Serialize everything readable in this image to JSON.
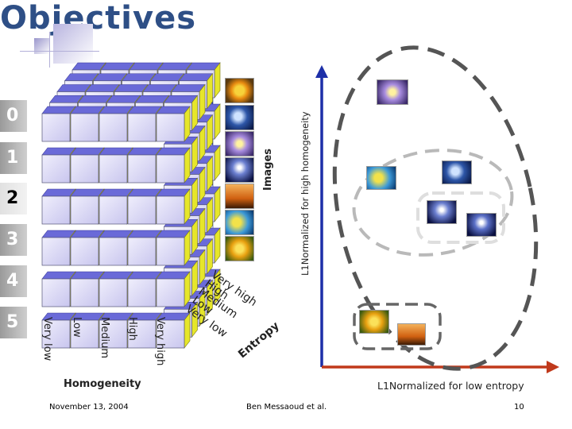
{
  "slide": {
    "title": "Objectives",
    "row_numbers": [
      "0",
      "1",
      "2",
      "3",
      "4",
      "5"
    ],
    "homogeneity_levels": [
      "Very low",
      "Low",
      "Medium",
      "High",
      "Very high"
    ],
    "entropy_levels": [
      "Very high",
      "High",
      "Medium",
      "Low",
      "Very low"
    ],
    "entropy_axis_label": "Entropy",
    "homogeneity_axis_label": "Homogeneity",
    "images_axis_label": "Images",
    "y_axis_label": "L1Normalized for high homogeneity",
    "x_axis_label": "L1Normalized for low entropy",
    "footer": {
      "date": "November 13, 2004",
      "author": "Ben Messaoud et al.",
      "page": "10"
    }
  },
  "colors": {
    "title": "#2e4f86",
    "cube_face": "#dcdaf6",
    "cube_top": "#6a6ad8",
    "cube_side": "#e6e62a",
    "hatch_blue": "#2d3fa8",
    "hatch_orange": "#c25a20",
    "x_axis": "#c0391b",
    "y_axis": "#1d2fa8"
  },
  "icons": [
    "flower-image-icon",
    "bird-image-icon",
    "fish-image-icon",
    "sunset-image-icon",
    "lightning-image-icon"
  ]
}
